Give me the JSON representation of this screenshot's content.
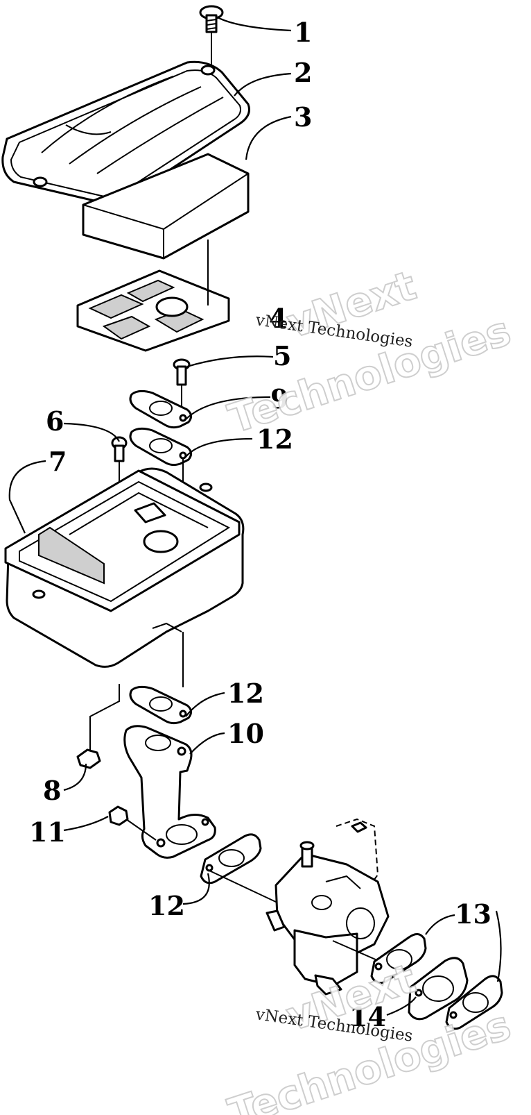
{
  "callouts": [
    "1",
    "2",
    "3",
    "4",
    "5",
    "9",
    "6",
    "12",
    "7",
    "12",
    "10",
    "8",
    "11",
    "12",
    "13",
    "14"
  ],
  "watermark": {
    "small_text": "vNext Technologies",
    "big_line1": "vNext",
    "big_line2": "Technologies"
  },
  "parts": [
    "screw",
    "air-cleaner-cover",
    "foam-filter",
    "filter-grid",
    "bolt",
    "gasket",
    "bolt",
    "gasket",
    "air-cleaner-base",
    "gasket",
    "intake-elbow",
    "nut",
    "nut",
    "gasket",
    "gasket",
    "insulator"
  ]
}
